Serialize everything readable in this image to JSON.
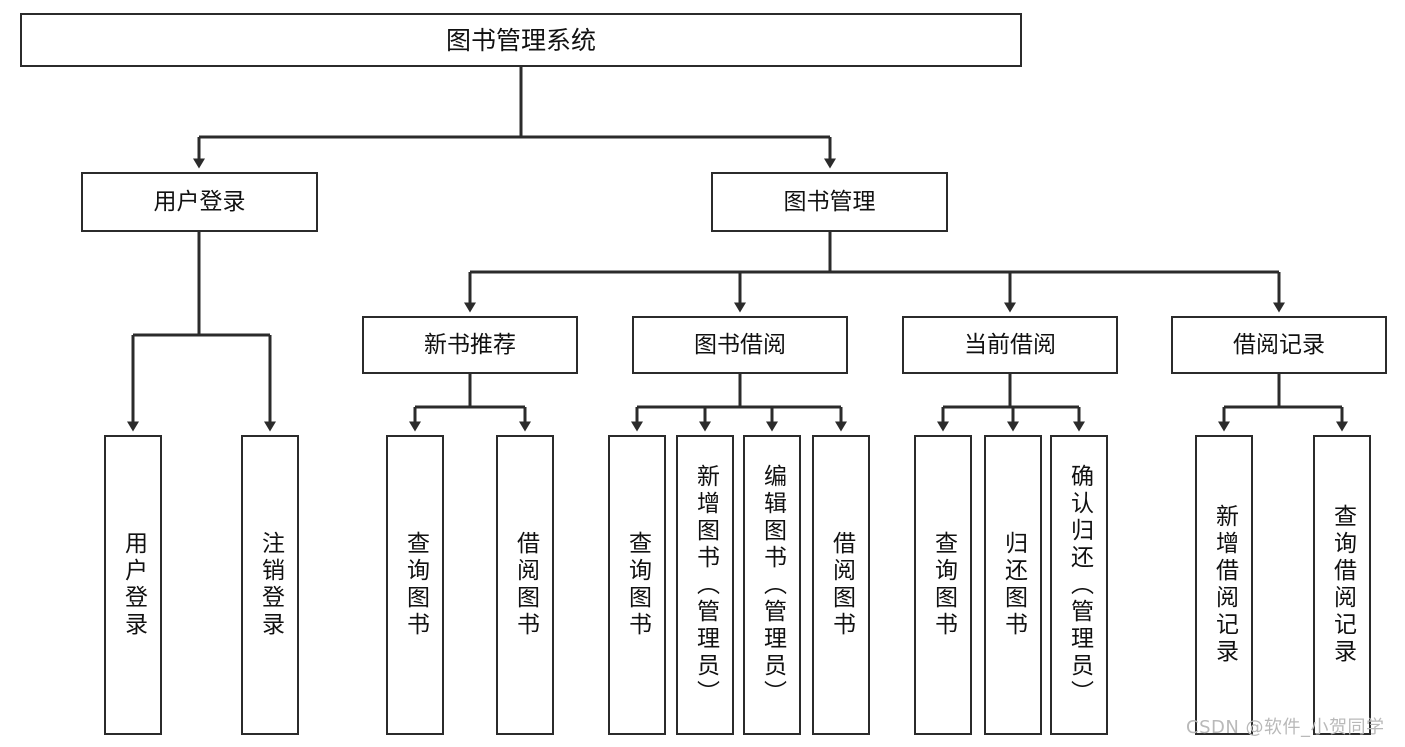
{
  "diagram": {
    "type": "tree",
    "title": "图书管理系统",
    "root": {
      "label": "图书管理系统"
    },
    "level2": [
      {
        "label": "用户登录"
      },
      {
        "label": "图书管理"
      }
    ],
    "level3": [
      {
        "label": "新书推荐"
      },
      {
        "label": "图书借阅"
      },
      {
        "label": "当前借阅"
      },
      {
        "label": "借阅记录"
      }
    ],
    "leaves": {
      "user_login": [
        {
          "label": "用户登录"
        },
        {
          "label": "注销登录"
        }
      ],
      "new_book_recommend": [
        {
          "label": "查询图书"
        },
        {
          "label": "借阅图书"
        }
      ],
      "book_borrow": [
        {
          "label": "查询图书"
        },
        {
          "label": "新增图书（管理员）"
        },
        {
          "label": "编辑图书（管理员）"
        },
        {
          "label": "借阅图书"
        }
      ],
      "current_borrow": [
        {
          "label": "查询图书"
        },
        {
          "label": "归还图书"
        },
        {
          "label": "确认归还（管理员）"
        }
      ],
      "borrow_record": [
        {
          "label": "新增借阅记录"
        },
        {
          "label": "查询借阅记录"
        }
      ]
    },
    "watermark": "CSDN @软件_小贺同学",
    "colors": {
      "stroke": "#2b2b2b",
      "text": "#111111",
      "background": "#ffffff",
      "watermark": "#b9b9b9"
    }
  }
}
